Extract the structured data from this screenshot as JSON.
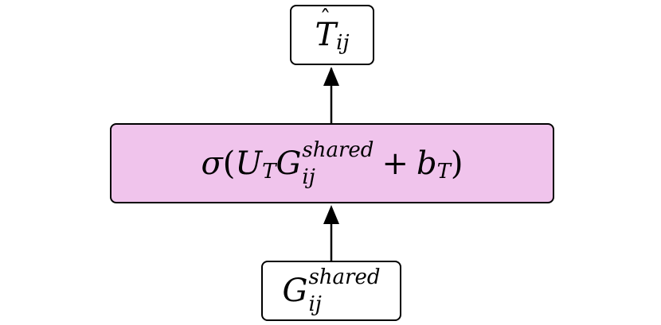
{
  "output_node": {
    "symbol": "T",
    "accent": "ˆ",
    "subscript": "ij"
  },
  "layer_node": {
    "fill": "#f0c4ec",
    "func": "σ",
    "open_paren": "(",
    "weight": "U",
    "weight_sub": "T",
    "input_symbol": "G",
    "input_sup": "shared",
    "input_sub": "ij",
    "plus": "+",
    "bias": "b",
    "bias_sub": "T",
    "close_paren": ")"
  },
  "input_node": {
    "symbol": "G",
    "superscript": "shared",
    "subscript": "ij"
  }
}
